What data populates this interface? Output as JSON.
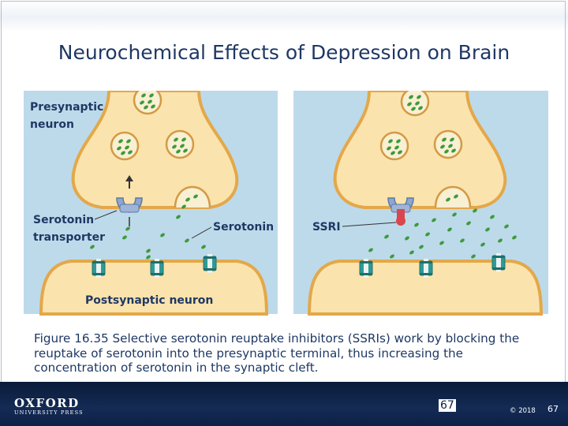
{
  "slide": {
    "title": "Neurochemical Effects of Depression on Brain",
    "caption": "Figure 16.35 Selective serotonin reuptake inhibitors (SSRIs) work by blocking the reuptake of serotonin into the presynaptic terminal, thus increasing the concentration of serotonin in the synaptic cleft."
  },
  "diagram": {
    "left_panel": {
      "presynaptic_line1": "Presynaptic",
      "presynaptic_line2": "neuron",
      "transporter_line1": "Serotonin",
      "transporter_line2": "transporter",
      "serotonin_label": "Serotonin",
      "postsynaptic_label": "Postsynaptic neuron"
    },
    "right_panel": {
      "ssri_label": "SSRI"
    },
    "colors": {
      "panel_bg": "#bddaea",
      "neuron_fill": "#fbe3ad",
      "neuron_stroke": "#e3a84a",
      "vesicle_fill": "#f9efd2",
      "vesicle_stroke": "#d39a44",
      "serotonin": "#3e9a3c",
      "transporter": "#8fa7cc",
      "receptor": "#2f9a96",
      "ssri": "#d9464c",
      "label_text": "#1f3864"
    }
  },
  "footer": {
    "publisher_main": "OXFORD",
    "publisher_sub": "UNIVERSITY PRESS",
    "page_center": "67",
    "copyright": "© 2018",
    "page_right": "67"
  }
}
